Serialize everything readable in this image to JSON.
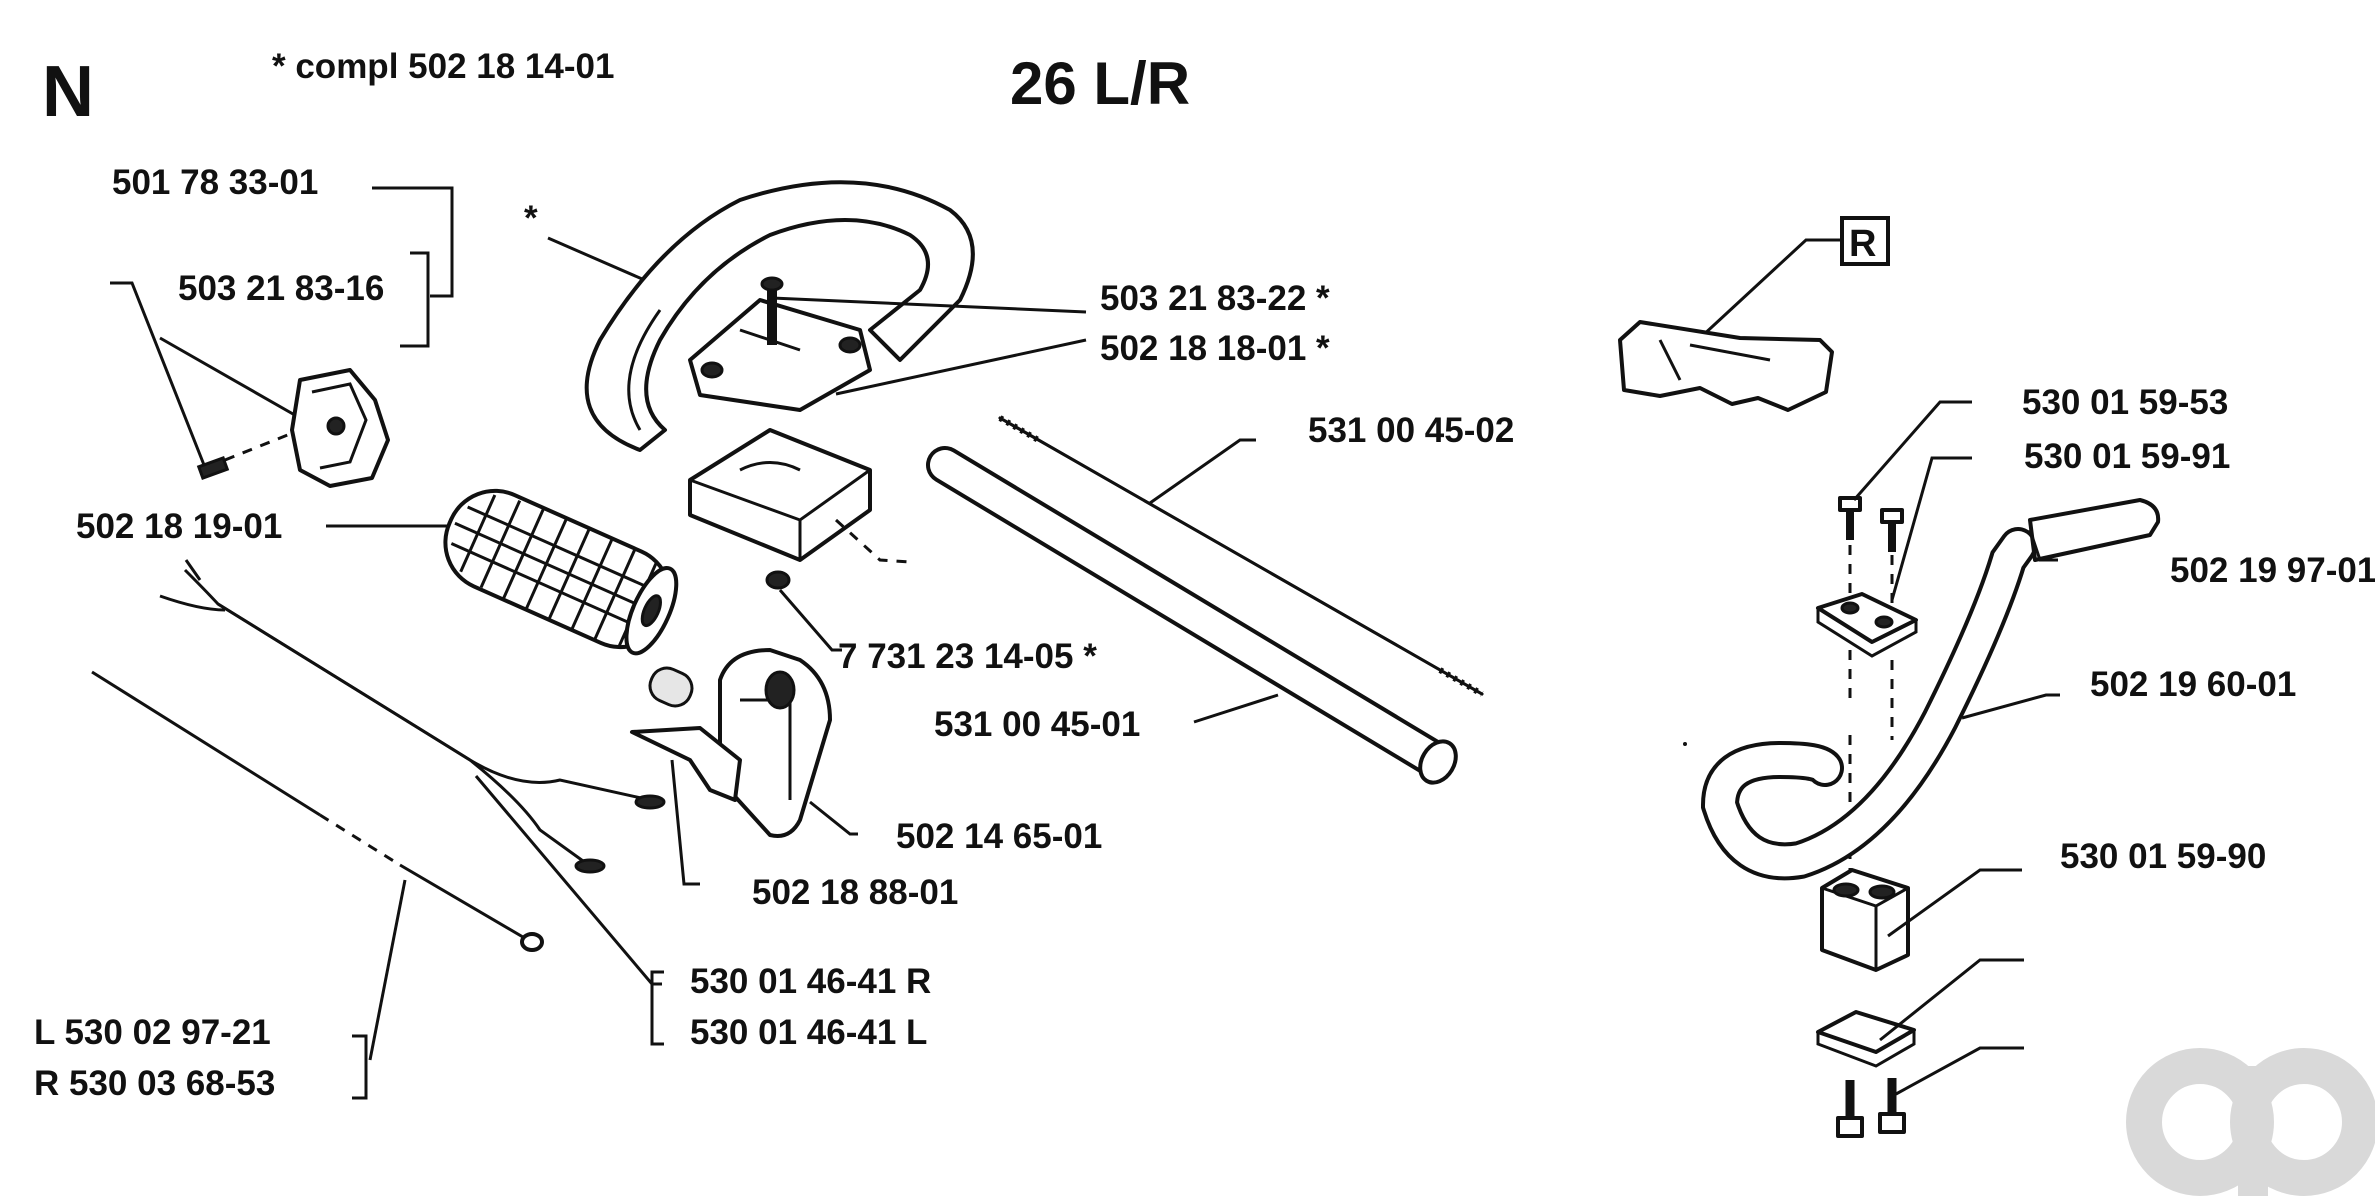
{
  "header": {
    "section_letter": "N",
    "model": "26 L/R",
    "compl_note": "* compl 502 18 14-01",
    "r_box": "R"
  },
  "labels": {
    "p501783301": "501 78 33-01",
    "p503218316": "503 21 83-16",
    "p502181901": "502 18 19-01",
    "star_handle": "*",
    "p503218322": "503 21 83-22  *",
    "p502181801": "502 18 18-01  *",
    "p531004502": "531 00 45-02",
    "p7731231405": "7  731 23 14-05  *",
    "p531004501": "531 00 45-01",
    "p502146501": "502 14 65-01",
    "p502188801": "502 18 88-01",
    "p530014641r": "530 01 46-41 R",
    "p530014641l": "530 01 46-41 L",
    "p530029721": "L 530 02 97-21",
    "p530036853": "R 530 03 68-53",
    "p530015953": "530 01 59-53",
    "p530015991": "530 01 59-91",
    "p502199701": "502 19 97-01",
    "p502196001": "502 19 60-01",
    "p530015990": "530 01 59-90"
  },
  "colors": {
    "ink": "#111111",
    "logo": "#d9d9d9",
    "background": "#ffffff"
  },
  "icons": {
    "watermark": "ao-logo"
  }
}
